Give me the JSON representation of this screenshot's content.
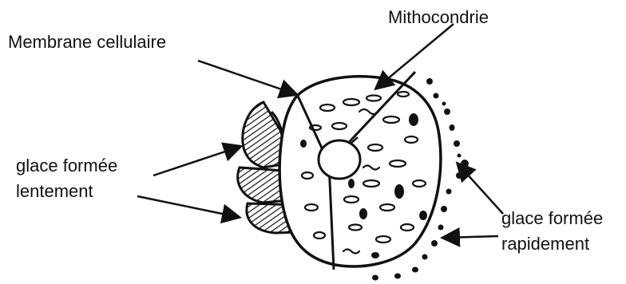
{
  "labels": {
    "membrane": "Membrane cellulaire",
    "mitochondria": "Mithocondrie",
    "slow_ice_line1": "glace formée",
    "slow_ice_line2": "lentement",
    "fast_ice_line1": "glace formée",
    "fast_ice_line2": "rapidement"
  },
  "colors": {
    "ink": "#111111",
    "background": "#ffffff"
  }
}
